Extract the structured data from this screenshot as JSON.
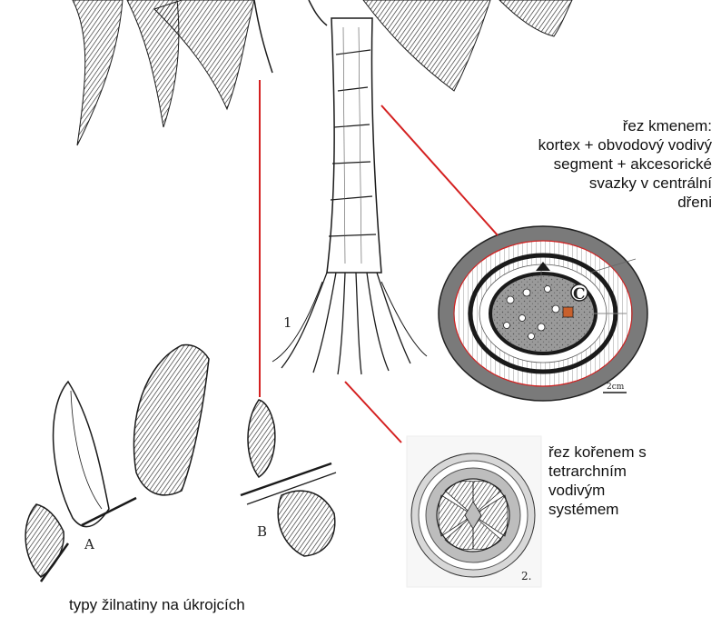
{
  "labels": {
    "stem_section": "řez kmenem:\nkortex + obvodový vodivý\nsegment + akcesorické\nsvazky v centrální\ndřeni",
    "root_section": "řez kořenem s\ntetrarchním\nvodivým\nsystémem",
    "caption": "typy žilnatiny na úkrojcích"
  },
  "figure_marks": {
    "plant_number": "1",
    "leaflet_a": "A",
    "leaflet_b": "B",
    "bundle_letter": "C",
    "scale_bar": "2cm",
    "root_figure_number": "2."
  },
  "colors": {
    "connector": "#d42020",
    "ink": "#1a1a1a",
    "stem_cortex": "#7a7a7a",
    "stem_pith": "#9a9a9a",
    "root_fill": "#bdbdbd",
    "highlight_box": "#c8602c"
  }
}
